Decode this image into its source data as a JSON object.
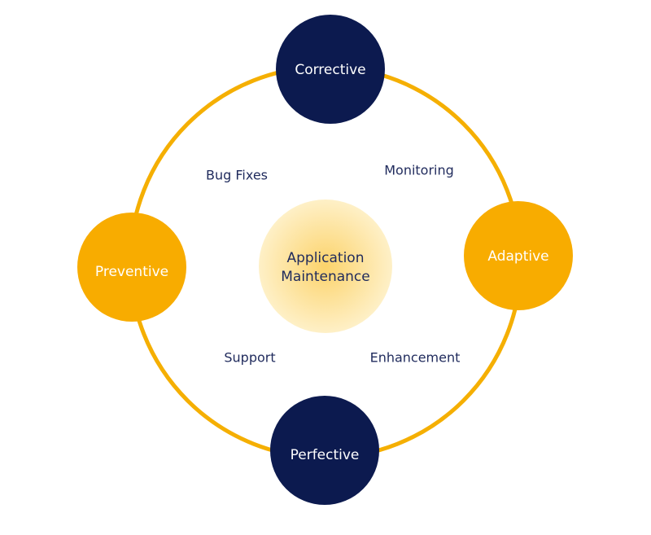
{
  "colors": {
    "ring": "#F5AF02",
    "navy": "#0C1A4F",
    "gold": "#F8AC00",
    "center_inner": "#FCD36B",
    "center_outer": "#FEF0C7",
    "text_on_navy": "#FFFFFF",
    "text_on_gold": "#FFFFFF",
    "label_text": "#1F2A5C"
  },
  "center": {
    "line1": "Application",
    "line2": "Maintenance"
  },
  "nodes": {
    "corrective": "Corrective",
    "adaptive": "Adaptive",
    "perfective": "Perfective",
    "preventive": "Preventive"
  },
  "labels": {
    "bug_fixes": "Bug Fixes",
    "monitoring": "Monitoring",
    "support": "Support",
    "enhancement": "Enhancement"
  }
}
